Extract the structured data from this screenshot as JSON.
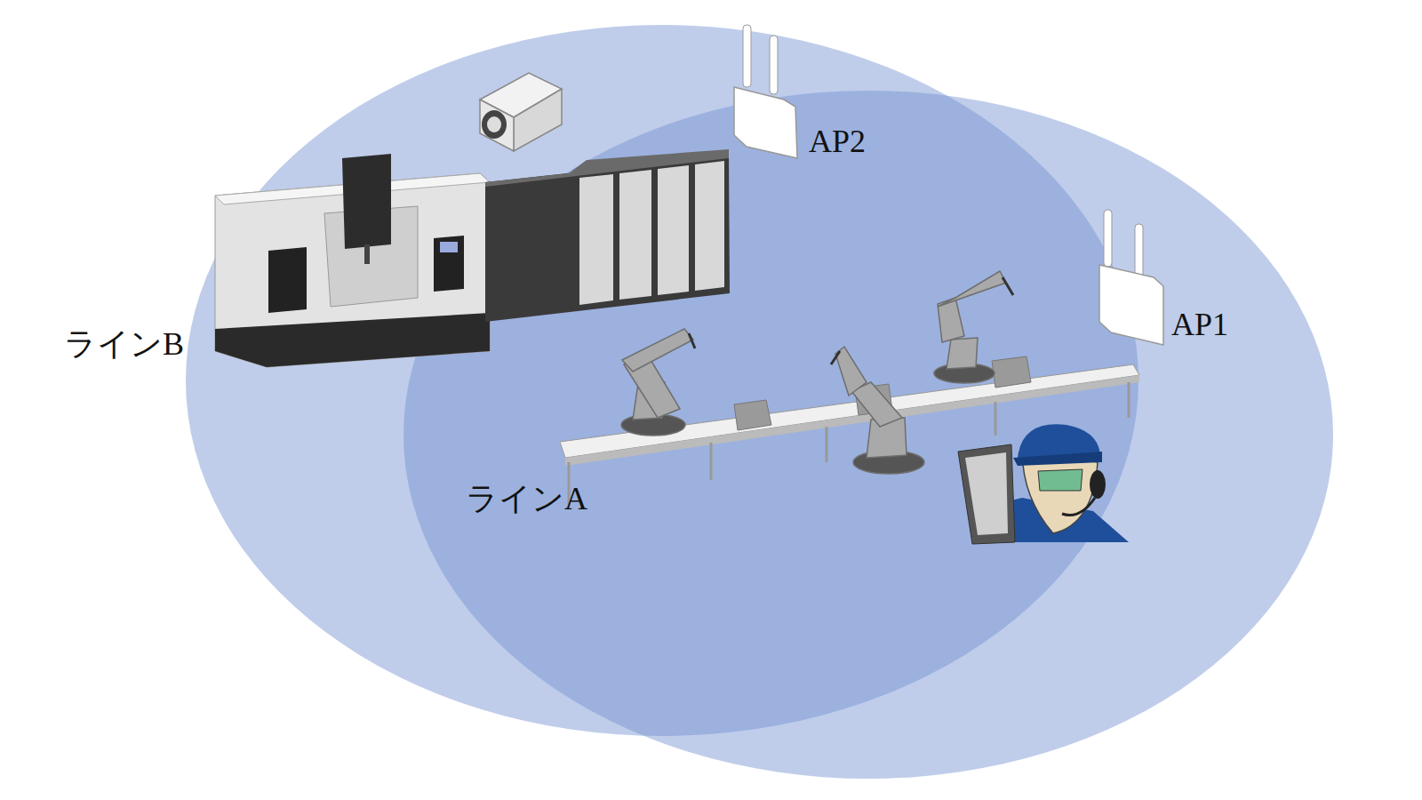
{
  "diagram": {
    "labels": [
      "AP2",
      "AP1",
      "ラインB",
      "ラインA"
    ]
  }
}
